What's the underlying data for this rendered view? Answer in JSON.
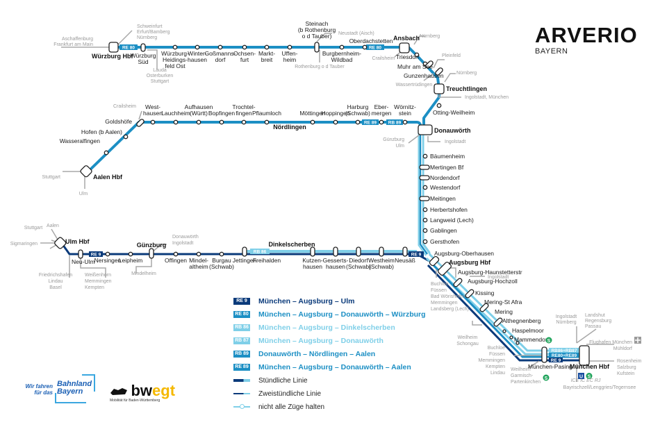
{
  "brand": {
    "name": "ARVERIO",
    "region": "BAYERN"
  },
  "colors": {
    "re9": "#0a3a7a",
    "re80": "#1c8fc4",
    "rb86": "#7fcfe8",
    "rb87": "#7fcfe8",
    "rb89": "#1c8fc4",
    "re89": "#1c8fc4",
    "connection": "#a8a8a8",
    "sbahn": "#1ea35a"
  },
  "legend": {
    "lines": [
      {
        "badge": "RE 9",
        "text": "München – Augsburg – Ulm",
        "color": "#0a3a7a"
      },
      {
        "badge": "RE 80",
        "text": "München – Augsburg – Donauwörth – Würzburg",
        "color": "#1c8fc4"
      },
      {
        "badge": "RB 86",
        "text": "München – Augsburg – Dinkelscherben",
        "color": "#7fcfe8"
      },
      {
        "badge": "RB 87",
        "text": "München – Augsburg – Donauwörth",
        "color": "#7fcfe8"
      },
      {
        "badge": "RB 89",
        "text": "Donauwörth – Nördlingen – Aalen",
        "color": "#1c8fc4"
      },
      {
        "badge": "RE 89",
        "text": "München – Augsburg – Donauwörth – Aalen",
        "color": "#1c8fc4"
      }
    ],
    "symbols": [
      "Stündliche Linie",
      "Zweistündliche Linie",
      "nicht alle Züge halten"
    ]
  },
  "line_badges": {
    "re80": "RE 80",
    "re9": "RE 9",
    "rb86": "RB 86",
    "rb89": "RB 89",
    "re89": "RE 89",
    "munich_top": "RB86+RB87",
    "munich_mid": "RE80+RE89",
    "munich_bot": "RE 9"
  },
  "stations": {
    "wuerzburg_hbf": "Würzburg Hbf",
    "wuerzburg_sued": [
      "Würzburg",
      "Süd"
    ],
    "heidingsfeld": [
      "Würzburg-",
      "Heidings-",
      "feld Ost"
    ],
    "winterhausen": [
      "Winter-",
      "hausen"
    ],
    "gossmannsdorf": [
      "Goßmanns-",
      "dorf"
    ],
    "ochsenfurt": [
      "Ochsen-",
      "furt"
    ],
    "marktbreit": [
      "Markt-",
      "breit"
    ],
    "uffenheim": [
      "Uffen-",
      "heim"
    ],
    "steinach": [
      "Steinach",
      "(b Rothenburg",
      "o d Tauber)"
    ],
    "burgbernheim": [
      "Burgbernheim-",
      "Wildbad"
    ],
    "oberdachstetten": "Oberdachstetten",
    "ansbach": "Ansbach",
    "triesdorf": "Triesdorf",
    "muhr": "Muhr am See",
    "gunzenhausen": "Gunzenhausen",
    "treuchtlingen": "Treuchtlingen",
    "otting": "Otting-Weilheim",
    "donauwoerth": "Donauwörth",
    "aalen": "Aalen Hbf",
    "wasseralfingen": "Wasseralfingen",
    "hofen": "Hofen (b Aalen)",
    "goldshoefe": "Goldshöfe",
    "westhausen": [
      "West-",
      "hausen"
    ],
    "lauchheim": "Lauchheim",
    "aufhausen": [
      "Aufhausen",
      "(Württ)"
    ],
    "bopfingen": "Bopfingen",
    "trochtelfingen": [
      "Trochtel-",
      "fingen"
    ],
    "pflaumloch": "Pflaumloch",
    "noerdlingen": "Nördlingen",
    "moettingen": "Möttingen",
    "hoppingen": "Hoppingen",
    "harburg": [
      "Harburg",
      "(Schwab)"
    ],
    "ebermergen": [
      "Eber-",
      "mergen"
    ],
    "woernitzstein": [
      "Wörnitz-",
      "stein"
    ],
    "baeumenheim": "Bäumenheim",
    "mertingen": "Mertingen Bf",
    "nordendorf": "Nordendorf",
    "westendorf": "Westendorf",
    "meitingen": "Meitingen",
    "herbertshofen": "Herbertshofen",
    "langweid": "Langweid (Lech)",
    "gablingen": "Gablingen",
    "gersthofen": "Gersthofen",
    "oberhausen": "Augsburg-Oberhausen",
    "augsburg_hbf": "Augsburg Hbf",
    "haunstetter": "Augsburg-Haunstetterstr",
    "hochzoll": "Augsburg-Hochzoll",
    "kissing": "Kissing",
    "mering_st_afra": "Mering-St Afra",
    "mering": "Mering",
    "althegnenberg": "Althegnenberg",
    "haspelmoor": "Haspelmoor",
    "mammendorf": "Mammendorf",
    "pasing": "München-Pasing",
    "muenchen_hbf": "München Hbf",
    "ulm": "Ulm Hbf",
    "neu_ulm": "Neu-Ulm",
    "nersingen": "Nersingen",
    "leipheim": "Leipheim",
    "guenzburg": "Günzburg",
    "offingen": "Offingen",
    "mindelaltheim": [
      "Mindel-",
      "altheim"
    ],
    "burgau": [
      "Burgau",
      "(Schwab)"
    ],
    "jettingen": "Jettingen",
    "freihalden": "Freihalden",
    "dinkelscherben": "Dinkelscherben",
    "kutzenhausen": [
      "Kutzen-",
      "hausen"
    ],
    "gessertshausen": [
      "Gesserts-",
      "hausen"
    ],
    "diedorf": [
      "Diedorf",
      "(Schwab)"
    ],
    "westheim": [
      "Westheim",
      "(Schwab)"
    ],
    "neusaess": "Neusäß"
  },
  "connections": {
    "wue_west": [
      "Aschaffenburg",
      "Frankfurt am Main"
    ],
    "wue_ne": [
      "Schweinfurt",
      "Erfurt/Bamberg",
      "Nürnberg"
    ],
    "wue_south": [
      "Lauda",
      "Osterburken",
      "Stuttgart"
    ],
    "steinach_ne": "Neustadt (Aisch)",
    "steinach_s": "Rothenburg o d Tauber",
    "ansbach_sw": "Crailsheim",
    "ansbach_ne": "Nürnberg",
    "gunz_ne": "Pleinfeld",
    "gunz_sw": "Wassertrüdingen",
    "treu_ne": "Nürnberg",
    "treu_e": "Ingolstadt, München",
    "goldshoefe_n": "Crailsheim",
    "aalen_w": "Stuttgart",
    "aalen_s": "Ulm",
    "donau_sw": [
      "Günzburg",
      "Ulm"
    ],
    "donau_e": "Ingolstadt",
    "ulm_n": [
      "Stuttgart",
      "Aalen"
    ],
    "ulm_w": "Sigmaringen",
    "ulm_s": [
      "Friedrichshafen",
      "Lindau",
      "Basel"
    ],
    "neuulm_s": [
      "Weißenhorn",
      "Memmingen",
      "Kempten"
    ],
    "guenz_ne": [
      "Donauwörth",
      "Ingolstadt"
    ],
    "guenz_s": "Mindelheim",
    "augsburg_s": [
      "Buchloe",
      "Füssen",
      "Bad Wörishofen",
      "Memmingen",
      "Landsberg (Lech)"
    ],
    "hochzoll_e": "Ingolstadt",
    "mering_s": [
      "Weilheim",
      "Schongau"
    ],
    "pasing_w": [
      "Buchloe",
      "Füssen",
      "Memmingen",
      "Kempten",
      "Lindau"
    ],
    "pasing_s": [
      "Weilheim",
      "Garmisch-",
      "Partenkirchen"
    ],
    "muc_n": [
      "Ingolstadt",
      "Nürnberg"
    ],
    "muc_ne": [
      "Landshut",
      "Regensburg",
      "Passau"
    ],
    "muc_e1": [
      "Flughafen München",
      "Mühldorf"
    ],
    "muc_e2": [
      "Rosenheim",
      "Salzburg",
      "Kufstein"
    ],
    "muc_s": "Bayrischzell/Lenggries/Tegernsee",
    "muc_services": "ICE  IC  EC  RJ"
  },
  "transfer_symbols": {
    "sbahn": "S",
    "ubahn": "U"
  },
  "footer_logos": {
    "bahnland_tag": [
      "Wir fahren",
      "für das"
    ],
    "bahnland_name": [
      "Bahnland",
      "Bayern"
    ],
    "bwegt_name_a": "bw",
    "bwegt_name_b": "egt",
    "bwegt_tag": "Mobilität für Baden-Württemberg"
  }
}
